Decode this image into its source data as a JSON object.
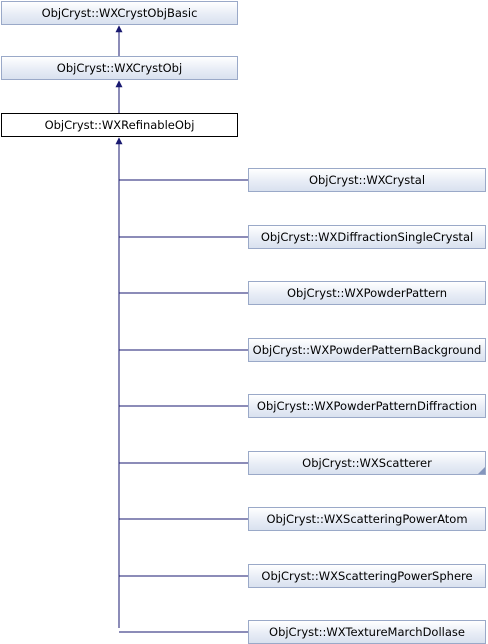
{
  "diagram": {
    "title": "",
    "ancestors": [
      {
        "label": "ObjCryst::WXCrystObjBasic"
      },
      {
        "label": "ObjCryst::WXCrystObj"
      }
    ],
    "current": {
      "label": "ObjCryst::WXRefinableObj"
    },
    "derived": [
      {
        "label": "ObjCryst::WXCrystal",
        "has_more_derived": false
      },
      {
        "label": "ObjCryst::WXDiffractionSingleCrystal",
        "has_more_derived": false
      },
      {
        "label": "ObjCryst::WXPowderPattern",
        "has_more_derived": false
      },
      {
        "label": "ObjCryst::WXPowderPatternBackground",
        "has_more_derived": false
      },
      {
        "label": "ObjCryst::WXPowderPatternDiffraction",
        "has_more_derived": false
      },
      {
        "label": "ObjCryst::WXScatterer",
        "has_more_derived": true
      },
      {
        "label": "ObjCryst::WXScatteringPowerAtom",
        "has_more_derived": false
      },
      {
        "label": "ObjCryst::WXScatteringPowerSphere",
        "has_more_derived": false
      },
      {
        "label": "ObjCryst::WXTextureMarchDollase",
        "has_more_derived": false
      }
    ],
    "colors": {
      "edge": "#191970",
      "box_border": "#9aa9c8",
      "box_fill_top": "#ffffff",
      "box_fill_bottom": "#d9e1ef"
    }
  }
}
